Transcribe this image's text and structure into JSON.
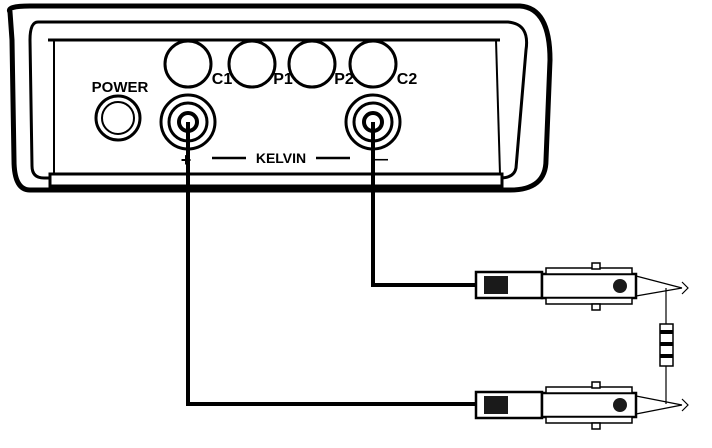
{
  "panel": {
    "power_label": "POWER",
    "jack_labels": {
      "c1": "C1",
      "p1": "P1",
      "p2": "P2",
      "c2": "C2"
    },
    "kelvin_label": "KELVIN",
    "plus_sign": "+",
    "minus_sign": "—"
  },
  "colors": {
    "stroke": "#000000",
    "background": "#ffffff",
    "clip_jaw": "#1a1a1a"
  }
}
